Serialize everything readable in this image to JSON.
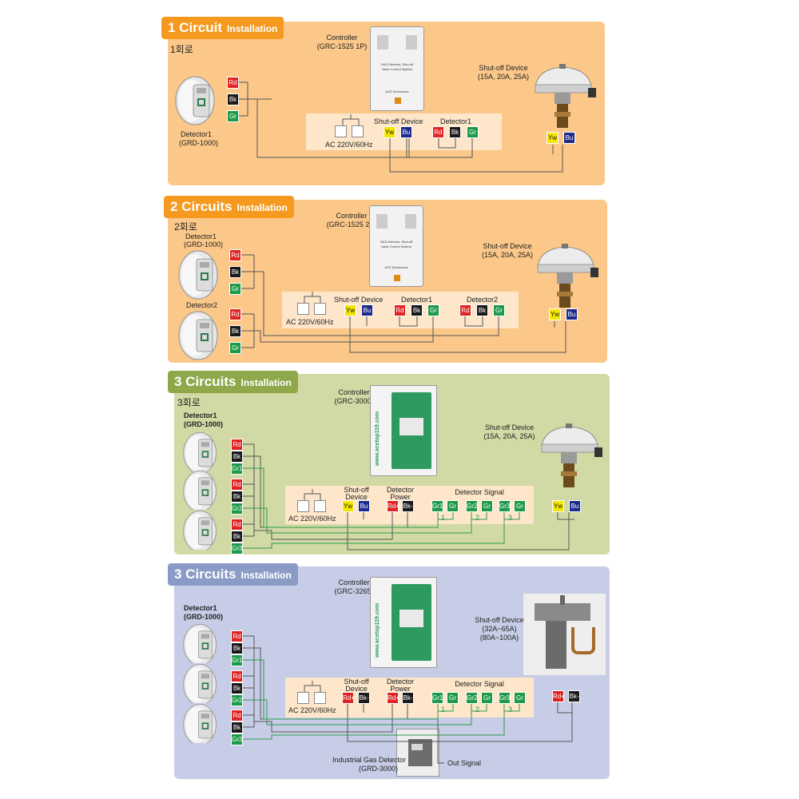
{
  "panel1": {
    "title_main": "1 Circuit",
    "title_sub": "Installation",
    "korean": "1회로",
    "controller_label": "Controller",
    "controller_model": "(GRC-1525 1P)",
    "controller_text1": "GAS Detector, Shut-off",
    "controller_text2": "Valve Control System",
    "controller_brand": "ACE Electronics",
    "shutoff_label": "Shut-off Device",
    "shutoff_spec": "(15A, 20A, 25A)",
    "detector_label": "Detector1",
    "detector_model": "(GRD-1000)",
    "ac_label": "AC 220V/60Hz",
    "group_shutoff": "Shut-off Device",
    "group_detector": "Detector1"
  },
  "panel2": {
    "title_main": "2 Circuits",
    "title_sub": "Installation",
    "korean": "2회로",
    "controller_label": "Controller",
    "controller_model": "(GRC-1525 2P)",
    "controller_text1": "GAS Detector, Shut-off",
    "controller_text2": "Valve Control System",
    "controller_brand": "ACE Electronics",
    "shutoff_label": "Shut-off Device",
    "shutoff_spec": "(15A, 20A, 25A)",
    "detector1_label": "Detector1",
    "detector1_model": "(GRD-1000)",
    "detector2_label": "Detector2",
    "ac_label": "AC 220V/60Hz",
    "group_shutoff": "Shut-off Device",
    "group_detector1": "Detector1",
    "group_detector2": "Detector2"
  },
  "panel3": {
    "title_main": "3 Circuits",
    "title_sub": "Installation",
    "korean": "3회로",
    "controller_label": "Controller",
    "controller_model": "(GRC-3000)",
    "controller_url": "www.acetop119.com",
    "shutoff_label": "Shut-off Device",
    "shutoff_spec": "(15A, 20A, 25A)",
    "detector_label": "Detector1",
    "detector_model": "(GRD-1000)",
    "ac_label": "AC 220V/60Hz",
    "group_shutoff_1": "Shut-off",
    "group_shutoff_2": "Device",
    "group_power_1": "Detector",
    "group_power_2": "Power",
    "group_signal": "Detector Signal",
    "num1": "1",
    "num2": "2",
    "num3": "3"
  },
  "panel4": {
    "title_main": "3 Circuits",
    "title_sub": "Installation",
    "controller_label": "Controller",
    "controller_model": "(GRC-3265)",
    "controller_url": "www.acetop119.com",
    "shutoff_label": "Shut-off Device",
    "shutoff_spec1": "(32A~65A)",
    "shutoff_spec2": "(80A~100A)",
    "detector_label": "Detector1",
    "detector_model": "(GRD-1000)",
    "ac_label": "AC 220V/60Hz",
    "group_shutoff_1": "Shut-off",
    "group_shutoff_2": "Device",
    "group_power_1": "Detector",
    "group_power_2": "Power",
    "group_signal": "Detector Signal",
    "num1": "1",
    "num2": "2",
    "num3": "3",
    "industrial_label": "Industrial Gas Detector",
    "industrial_model": "(GRD-3000)",
    "out_signal": "Out Signal"
  },
  "terminals": {
    "rd": "Rd",
    "bk": "Bk",
    "gr": "Gr",
    "yw": "Yw",
    "bu": "Bu",
    "gr1": "Gr1",
    "gr2": "Gr2",
    "gr3": "Gr3",
    "rdp": "Rd+",
    "bkm": "Bk-"
  },
  "colors": {
    "orange_panel": "#fcc88a",
    "green_panel": "#d1d9a4",
    "blue_panel": "#c7cde6",
    "orange_tab": "#f59a1f",
    "green_tab": "#8fa84a",
    "blue_tab": "#8a9cc6"
  }
}
